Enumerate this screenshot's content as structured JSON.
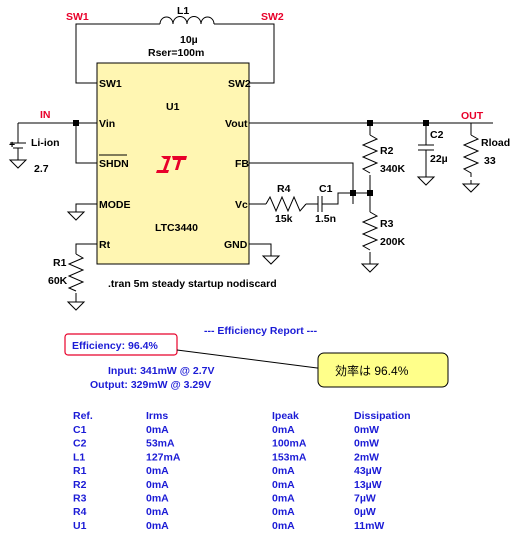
{
  "colors": {
    "net_label": "#e8002a",
    "report_text": "#1b1bd6",
    "chip_fill": "#fff6b2",
    "callout_fill": "#ffff8a",
    "logo": "#e8002a"
  },
  "schematic": {
    "net_labels": {
      "sw1": "SW1",
      "sw2": "SW2",
      "in": "IN",
      "out": "OUT"
    },
    "ic": {
      "ref": "U1",
      "part": "LTC3440",
      "logo_icon": "linear-tech-logo-icon",
      "pins": {
        "sw1": "SW1",
        "sw2": "SW2",
        "vin": "Vin",
        "vout": "Vout",
        "shdn": "SHDN",
        "fb": "FB",
        "mode": "MODE",
        "vc": "Vc",
        "rt": "Rt",
        "gnd": "GND"
      }
    },
    "components": {
      "l1": {
        "ref": "L1",
        "value": "10µ",
        "extra": "Rser=100m"
      },
      "battery": {
        "name": "Li-ion",
        "value": "2.7"
      },
      "c2": {
        "ref": "C2",
        "value": "22µ"
      },
      "rload": {
        "ref": "Rload",
        "value": "33"
      },
      "r2": {
        "ref": "R2",
        "value": "340K"
      },
      "r3": {
        "ref": "R3",
        "value": "200K"
      },
      "r4": {
        "ref": "R4",
        "value": "15k"
      },
      "c1": {
        "ref": "C1",
        "value": "1.5n"
      },
      "r1": {
        "ref": "R1",
        "value": "60K"
      }
    },
    "directive": ".tran 5m steady startup nodiscard"
  },
  "report": {
    "title": "--- Efficiency Report ---",
    "efficiency": "Efficiency: 96.4%",
    "input": "Input: 341mW @ 2.7V",
    "output": "Output: 329mW @ 3.29V",
    "callout": "効率は 96.4%",
    "columns": [
      "Ref.",
      "Irms",
      "Ipeak",
      "Dissipation"
    ],
    "rows": [
      [
        "C1",
        "0mA",
        "0mA",
        "0mW"
      ],
      [
        "C2",
        "53mA",
        "100mA",
        "0mW"
      ],
      [
        "L1",
        "127mA",
        "153mA",
        "2mW"
      ],
      [
        "R1",
        "0mA",
        "0mA",
        "43µW"
      ],
      [
        "R2",
        "0mA",
        "0mA",
        "13µW"
      ],
      [
        "R3",
        "0mA",
        "0mA",
        "7µW"
      ],
      [
        "R4",
        "0mA",
        "0mA",
        "0µW"
      ],
      [
        "U1",
        "0mA",
        "0mA",
        "11mW"
      ]
    ]
  }
}
